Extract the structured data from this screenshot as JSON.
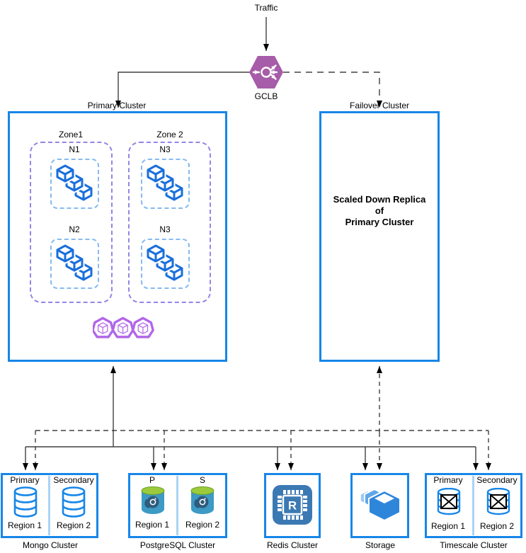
{
  "labels": {
    "traffic": "Traffic",
    "gclb": "GCLB"
  },
  "primary_cluster": {
    "label": "Primary Cluster",
    "zone1": {
      "label": "Zone1",
      "node_top": "N1",
      "node_bottom": "N2"
    },
    "zone2": {
      "label": "Zone 2",
      "node_top": "N3",
      "node_bottom": "N3"
    }
  },
  "failover_cluster": {
    "label": "Failover Cluster",
    "line1": "Scaled Down Replica",
    "line2": "of",
    "line3": "Primary Cluster"
  },
  "mongo": {
    "title": "Mongo Cluster",
    "left_role": "Primary",
    "right_role": "Secondary",
    "left_region": "Region 1",
    "right_region": "Region 2"
  },
  "postgres": {
    "title": "PostgreSQL Cluster",
    "left_role": "P",
    "right_role": "S",
    "left_region": "Region 1",
    "right_region": "Region 2"
  },
  "redis": {
    "title": "Redis Cluster",
    "chip_letter": "R"
  },
  "storage": {
    "title": "Storage"
  },
  "timescale": {
    "title": "Timescale Cluster",
    "left_role": "Primary",
    "right_role": "Secondary",
    "left_region": "Region 1",
    "right_region": "Region 2"
  },
  "colors": {
    "box_border": "#1786E8",
    "zone_border": "#9187E6",
    "node_border": "#85BBEF",
    "divider": "#A9D4F6",
    "gke_blue": "#1A6FDB",
    "pods_purple": "#B266E8",
    "gclb_purple": "#A65CA8",
    "postgres_body": "#3D9AC4",
    "postgres_top": "#9BCB3C",
    "redis_block": "#3B79B3",
    "storage_front": "#2E86DB",
    "connector": "#404040"
  }
}
